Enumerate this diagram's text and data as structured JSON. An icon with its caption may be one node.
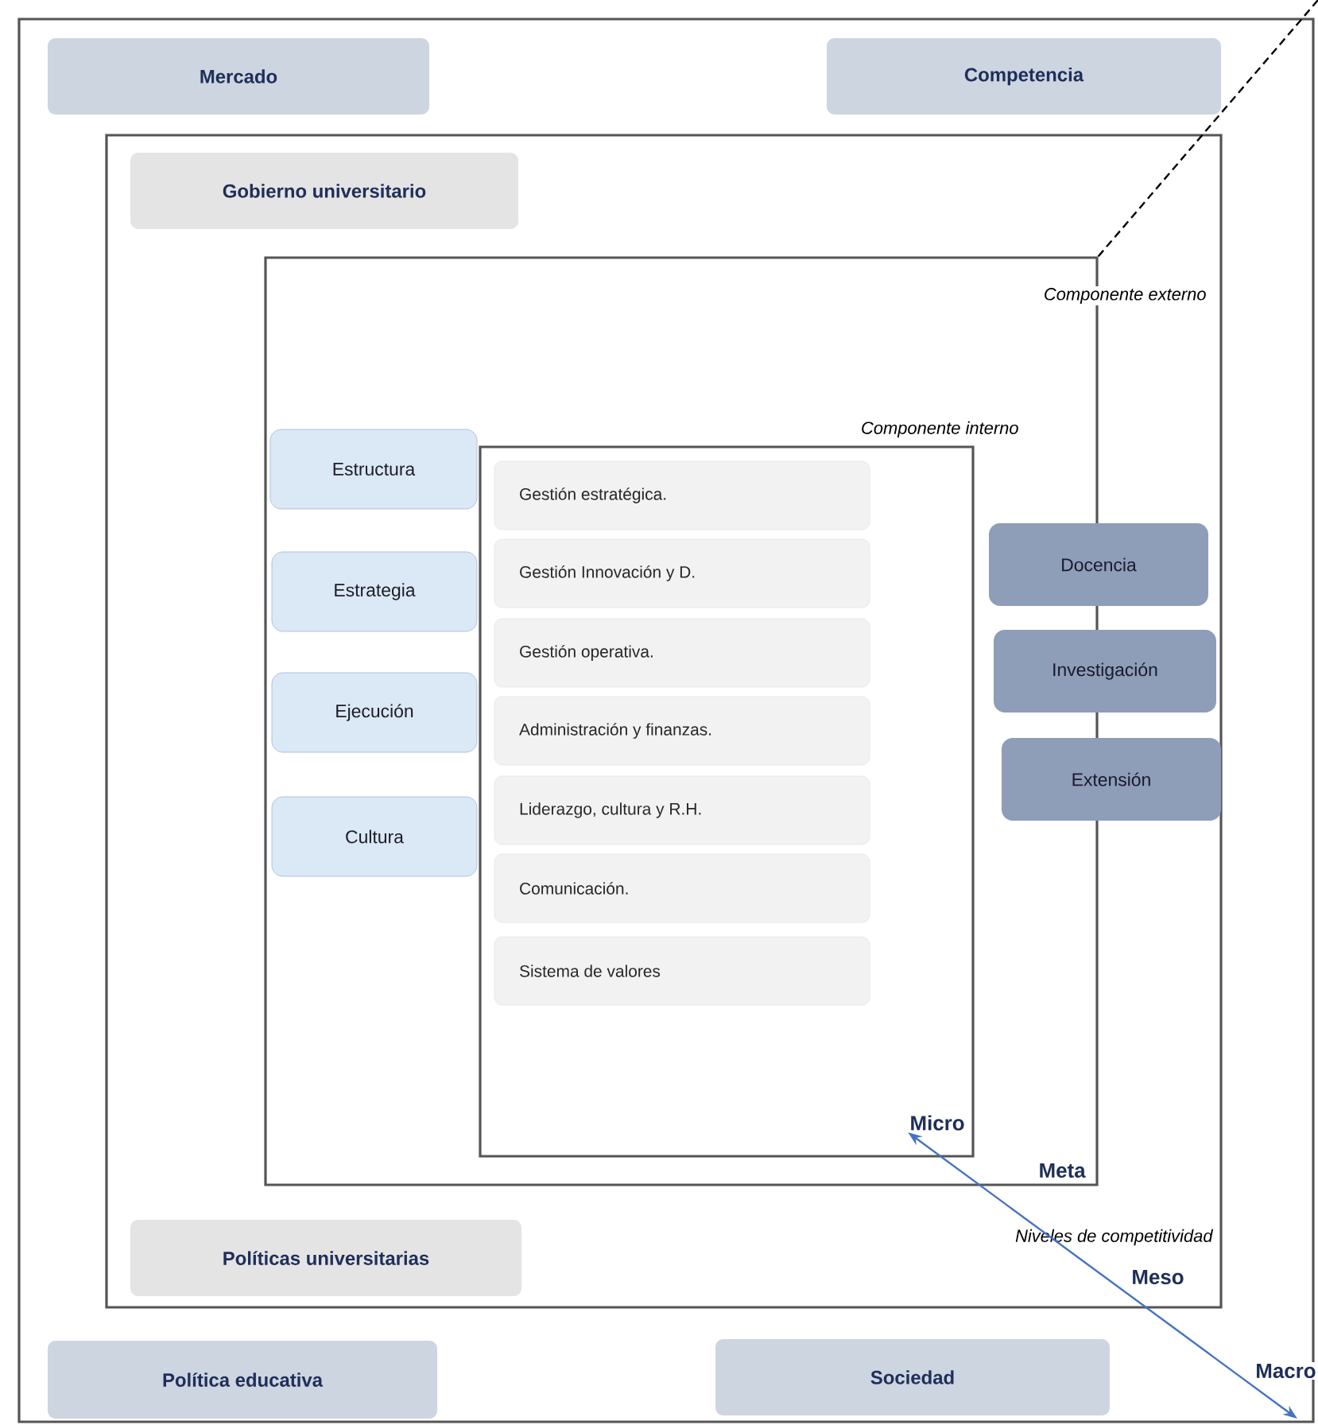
{
  "diagram": {
    "nodes": [
      {
        "text": [
          "Macro"
        ]
      },
      {
        "text": [
          "Mercado"
        ],
        "in": 0
      },
      {
        "text": [
          "Competencia"
        ],
        "in": 0
      },
      {
        "text": [
          "Meso"
        ],
        "in": 0
      },
      {
        "text": [
          "Gobierno universitario"
        ],
        "in": 3
      },
      {
        "text": [
          "Meta"
        ],
        "in": 3
      },
      {
        "text": [
          "Estructura"
        ],
        "in": 5
      },
      {
        "text": [
          "Estrategia"
        ],
        "in": 5
      },
      {
        "text": [
          "Ejecución"
        ],
        "in": 5
      },
      {
        "text": [
          "Cultura"
        ],
        "in": 5
      },
      {
        "text": [
          "Micro"
        ],
        "in": 5
      },
      {
        "text": [
          "Gestión estratégica."
        ],
        "in": 10
      },
      {
        "text": [
          "Gestión Innovación y D."
        ],
        "in": 10
      },
      {
        "text": [
          "Gestión operativa."
        ],
        "in": 10
      },
      {
        "text": [
          "Administración y finanzas."
        ],
        "in": 10
      },
      {
        "text": [
          "Liderazgo, cultura y R.H."
        ],
        "in": 10
      },
      {
        "text": [
          "Comunicación."
        ],
        "in": 10
      },
      {
        "text": [
          "Sistema de valores"
        ],
        "in": 10
      },
      {
        "text": [
          "Docencia"
        ],
        "in": 3
      },
      {
        "text": [
          "Investigación"
        ],
        "in": 3
      },
      {
        "text": [
          "Extensión"
        ],
        "in": 3
      },
      {
        "text": [
          "Políticas universitarias"
        ],
        "in": 3
      },
      {
        "text": [
          "Política educativa"
        ],
        "in": 0
      },
      {
        "text": [
          "Sociedad"
        ],
        "in": 0
      }
    ],
    "edges": [
      {
        "from": 10,
        "to": null,
        "arrow": "both",
        "color": "#4472c4"
      },
      {
        "from": 5,
        "to": null,
        "arrow": "none",
        "style": "dashed",
        "color": "#000000"
      }
    ],
    "labels": [
      "Componente externo",
      "Componente interno",
      "Niveles de competitividad"
    ]
  }
}
